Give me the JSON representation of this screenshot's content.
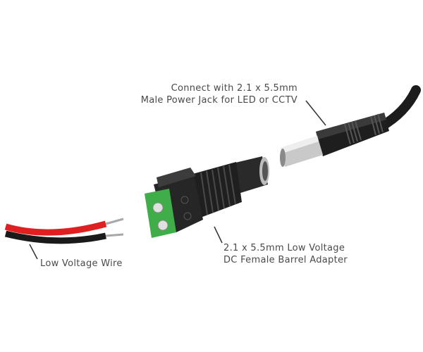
{
  "diagram": {
    "components": [
      {
        "id": "male-plug",
        "name": "Male Power Jack",
        "colors": {
          "body": "#1c1c1c",
          "tip": "#cfcfcf"
        }
      },
      {
        "id": "female-adapter",
        "name": "DC Female Barrel Adapter",
        "colors": {
          "body": "#222222",
          "terminal": "#3fae49",
          "screws": "#d9d9d9"
        }
      },
      {
        "id": "wire",
        "name": "Low Voltage Wire",
        "colors": {
          "red": "#e02020",
          "black": "#1a1a1a",
          "strand": "#a8a8a8"
        }
      }
    ],
    "labels": {
      "male_jack_line1": "Connect with 2.1 x 5.5mm",
      "male_jack_line2": "Male Power Jack for LED or CCTV",
      "adapter_line1": "2.1 x 5.5mm Low Voltage",
      "adapter_line2": "DC Female Barrel Adapter",
      "wire": "Low Voltage Wire"
    }
  }
}
